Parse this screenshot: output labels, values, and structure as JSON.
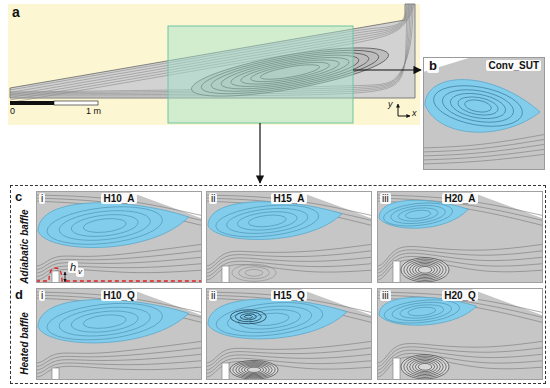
{
  "diagram": {
    "nodes": [
      {
        "text": [
          "a"
        ]
      },
      {
        "text": [
          "b",
          "Conv_SUT"
        ]
      },
      {
        "text": [
          "c",
          "Adiabatic baffle",
          "d",
          "Heated baffle"
        ]
      },
      {
        "text": [
          "i",
          "H10_A"
        ],
        "in": 2
      },
      {
        "text": [
          "ii",
          "H15_A"
        ],
        "in": 2
      },
      {
        "text": [
          "iii",
          "H20_A"
        ],
        "in": 2
      },
      {
        "text": [
          "i",
          "H10_Q"
        ],
        "in": 2
      },
      {
        "text": [
          "ii",
          "H15_Q"
        ],
        "in": 2
      },
      {
        "text": [
          "iii",
          "H20_Q"
        ],
        "in": 2
      }
    ],
    "labels": [
      "0",
      "1 m",
      "y",
      "x",
      "h",
      "v"
    ]
  }
}
